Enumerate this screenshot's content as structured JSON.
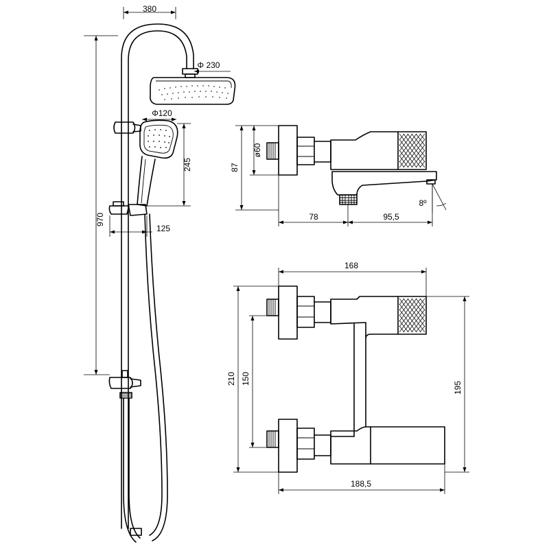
{
  "shower_set": {
    "dims": {
      "arm_reach": "380",
      "head_diameter": "Φ 230",
      "hand_shower_diameter": "Φ120",
      "hand_shower_height": "245",
      "hand_offset": "125",
      "total_height": "970"
    }
  },
  "mixer_side_view": {
    "dims": {
      "escutcheon_diameter": "ø60",
      "height": "87",
      "depth_to_outlet": "78",
      "spout_length": "95,5",
      "spout_angle": "8º"
    }
  },
  "mixer_front_view": {
    "dims": {
      "body_width": "168",
      "overall_height": "210",
      "connection_spacing": "150",
      "right_height": "195",
      "overall_width": "188,5"
    }
  }
}
